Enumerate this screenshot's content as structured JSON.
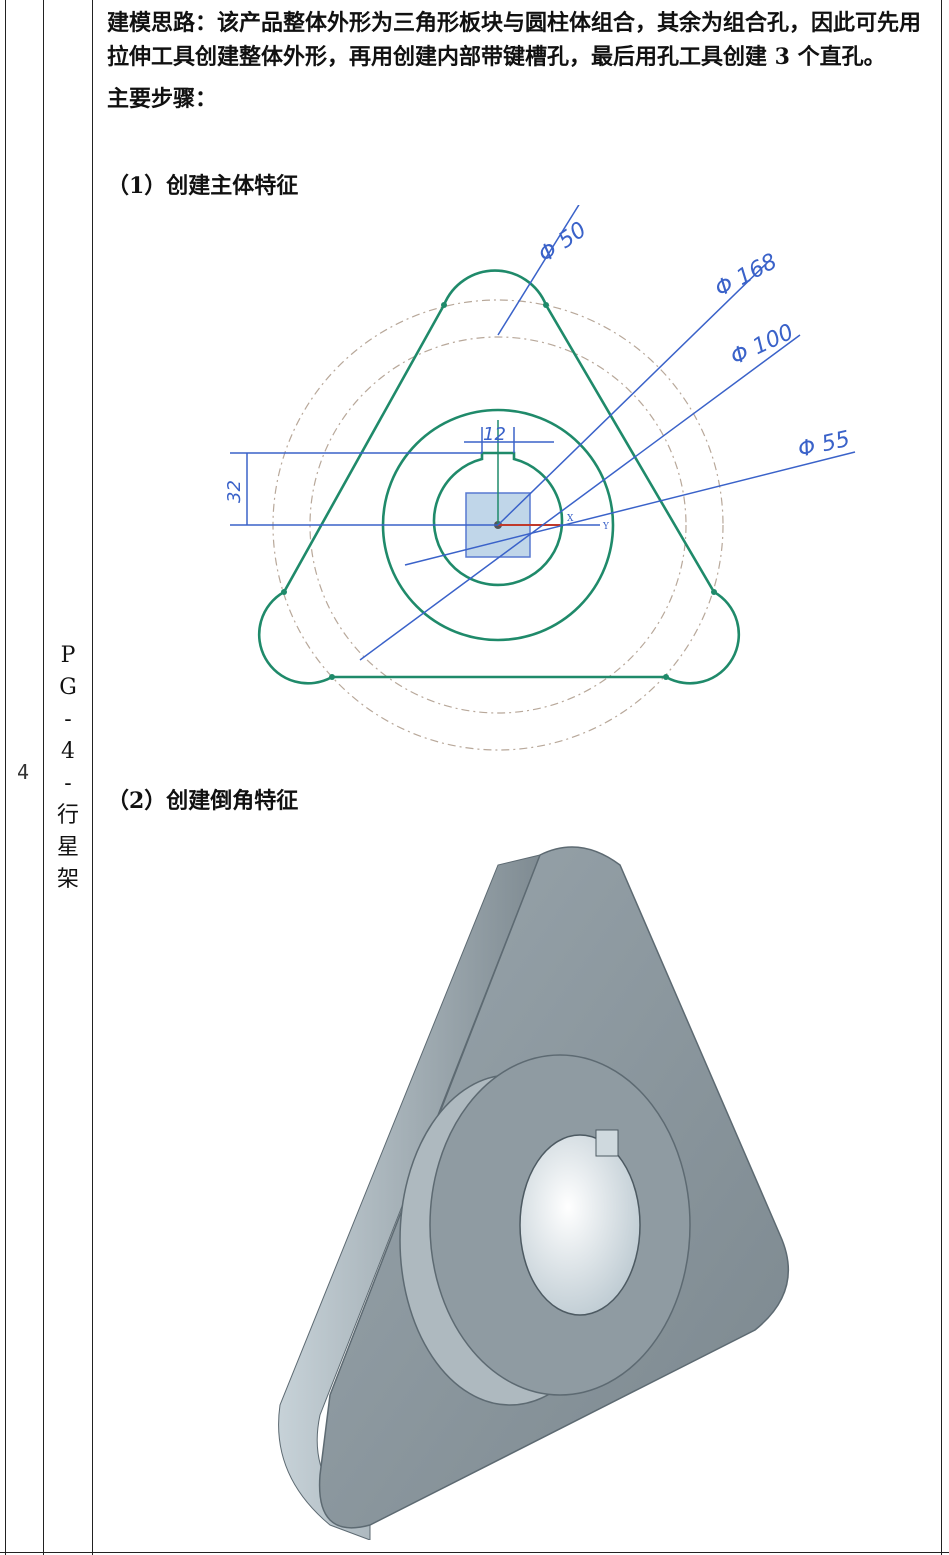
{
  "table": {
    "row_number": "4",
    "part_label": [
      "P",
      "G",
      "-",
      "4",
      "-",
      "行",
      "星",
      "架"
    ]
  },
  "text": {
    "idea": "建模思路：该产品整体外形为三角形板块与圆柱体组合，其余为组合孔，因此可先用拉伸工具创建整体外形，再用创建内部带键槽孔，最后用孔工具创建 3 个直孔。",
    "steps_title": "主要步骤：",
    "step1": "（1）创建主体特征",
    "step2": "（2）创建倒角特征"
  },
  "sketch": {
    "dims": {
      "d50": "Φ 50",
      "d168": "Φ 168",
      "d100": "Φ 100",
      "d55": "Φ 55",
      "width": "12",
      "height": "32"
    },
    "axis_labels": {
      "x": "X",
      "y": "Y"
    },
    "colors": {
      "profile": "#1f8a6a",
      "dimension": "#3a62c9",
      "construction": "#b8a89a"
    }
  },
  "model": {
    "colors": {
      "face": "#8a979e",
      "edge_light": "#c7d2d8",
      "edge_dark": "#5d6a72"
    }
  }
}
